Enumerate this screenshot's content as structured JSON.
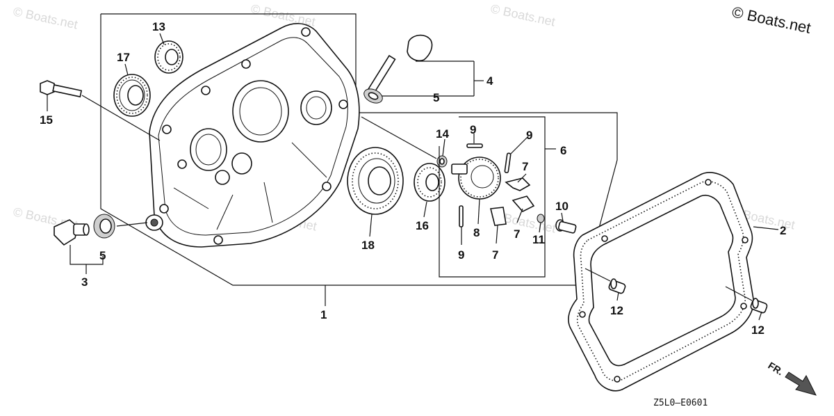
{
  "brand": "© Boats.net",
  "watermark": "© Boats.net",
  "diagram_code": "Z5L0—E0601",
  "front_arrow_label": "FR.",
  "callouts": {
    "c1": "1",
    "c2": "2",
    "c3": "3",
    "c4": "4",
    "c5a": "5",
    "c5b": "5",
    "c6": "6",
    "c7a": "7",
    "c7b": "7",
    "c7c": "7",
    "c8": "8",
    "c9a": "9",
    "c9b": "9",
    "c9c": "9",
    "c10": "10",
    "c11": "11",
    "c12a": "12",
    "c12b": "12",
    "c13": "13",
    "c14": "14",
    "c15": "15",
    "c16": "16",
    "c17": "17",
    "c18": "18"
  }
}
